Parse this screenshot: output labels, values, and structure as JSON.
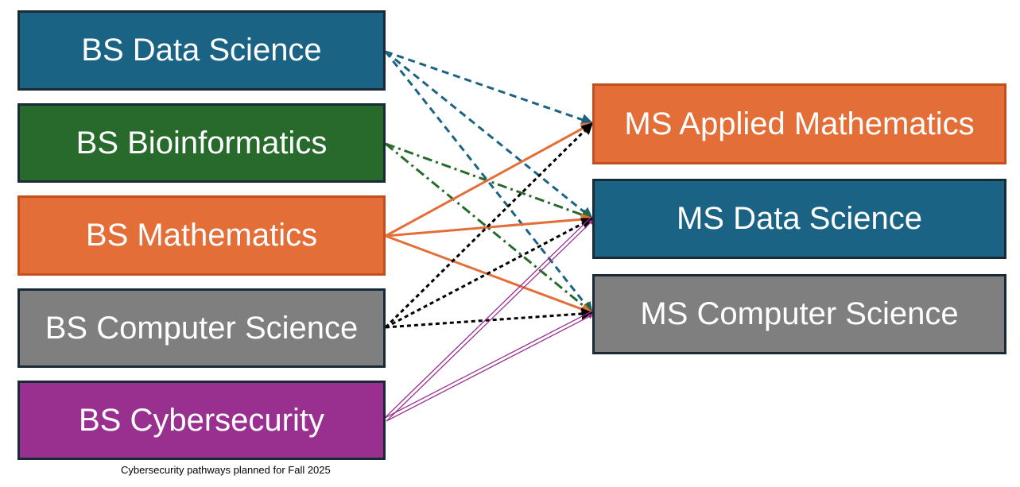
{
  "undergrad_programs": {
    "bs_data_science": "BS Data Science",
    "bs_bioinformatics": "BS Bioinformatics",
    "bs_mathematics": "BS Mathematics",
    "bs_computer_science": "BS Computer Science",
    "bs_cybersecurity": "BS Cybersecurity"
  },
  "grad_programs": {
    "ms_applied_mathematics": "MS Applied Mathematics",
    "ms_data_science": "MS Data Science",
    "ms_computer_science": "MS Computer Science"
  },
  "footnote": "Cybersecurity pathways planned for Fall 2025",
  "colors": {
    "data_science": "#1b6384",
    "bioinformatics": "#276a2c",
    "mathematics": "#e46e38",
    "computer_science_box": "#7f7f7f",
    "computer_science_arrow": "#000000",
    "cybersecurity": "#99308f"
  },
  "pathways": [
    {
      "from": "bs_data_science",
      "to": "ms_applied_mathematics",
      "style": "dashed",
      "color": "data_science"
    },
    {
      "from": "bs_data_science",
      "to": "ms_data_science",
      "style": "dashed",
      "color": "data_science"
    },
    {
      "from": "bs_data_science",
      "to": "ms_computer_science",
      "style": "dashed",
      "color": "data_science"
    },
    {
      "from": "bs_bioinformatics",
      "to": "ms_data_science",
      "style": "dash-dot",
      "color": "bioinformatics"
    },
    {
      "from": "bs_bioinformatics",
      "to": "ms_computer_science",
      "style": "dash-dot",
      "color": "bioinformatics"
    },
    {
      "from": "bs_mathematics",
      "to": "ms_applied_mathematics",
      "style": "solid",
      "color": "mathematics"
    },
    {
      "from": "bs_mathematics",
      "to": "ms_data_science",
      "style": "solid",
      "color": "mathematics"
    },
    {
      "from": "bs_mathematics",
      "to": "ms_computer_science",
      "style": "solid",
      "color": "mathematics"
    },
    {
      "from": "bs_computer_science",
      "to": "ms_applied_mathematics",
      "style": "dotted",
      "color": "computer_science_arrow"
    },
    {
      "from": "bs_computer_science",
      "to": "ms_data_science",
      "style": "dotted",
      "color": "computer_science_arrow"
    },
    {
      "from": "bs_computer_science",
      "to": "ms_computer_science",
      "style": "dotted",
      "color": "computer_science_arrow"
    },
    {
      "from": "bs_cybersecurity",
      "to": "ms_data_science",
      "style": "double",
      "color": "cybersecurity"
    },
    {
      "from": "bs_cybersecurity",
      "to": "ms_computer_science",
      "style": "double",
      "color": "cybersecurity"
    }
  ]
}
